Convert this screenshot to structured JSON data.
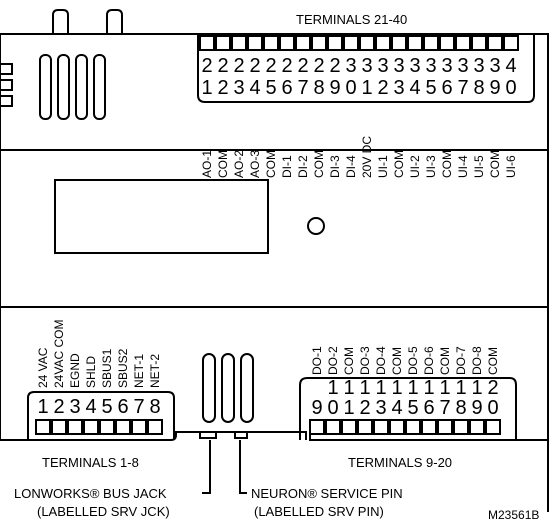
{
  "top_terminals": {
    "title": "TERMINALS 21-40",
    "tens": [
      "2",
      "2",
      "2",
      "2",
      "2",
      "2",
      "2",
      "2",
      "2",
      "3",
      "3",
      "3",
      "3",
      "3",
      "3",
      "3",
      "3",
      "3",
      "3",
      "4"
    ],
    "ones": [
      "1",
      "2",
      "3",
      "4",
      "5",
      "6",
      "7",
      "8",
      "9",
      "0",
      "1",
      "2",
      "3",
      "4",
      "5",
      "6",
      "7",
      "8",
      "9",
      "0"
    ],
    "labels": [
      "AO-1",
      "COM",
      "AO-2",
      "AO-3",
      "COM",
      "DI-1",
      "DI-2",
      "COM",
      "DI-3",
      "DI-4",
      "20V DC",
      "UI-1",
      "COM",
      "UI-2",
      "UI-3",
      "COM",
      "UI-4",
      "UI-5",
      "COM",
      "UI-6"
    ]
  },
  "left_terminals": {
    "title": "TERMINALS 1-8",
    "numbers": [
      "1",
      "2",
      "3",
      "4",
      "5",
      "6",
      "7",
      "8"
    ],
    "labels": [
      "24 VAC",
      "24VAC COM",
      "EGND",
      "SHLD",
      "SBUS1",
      "SBUS2",
      "NET-1",
      "NET-2"
    ]
  },
  "right_terminals": {
    "title": "TERMINALS 9-20",
    "tens": [
      "",
      "",
      "1",
      "1",
      "1",
      "1",
      "1",
      "1",
      "1",
      "1",
      "1",
      "1",
      "2"
    ],
    "ones": [
      "9",
      "0",
      "1",
      "2",
      "3",
      "4",
      "5",
      "6",
      "7",
      "8",
      "9",
      "0"
    ],
    "labels": [
      "DO-1",
      "DO-2",
      "COM",
      "DO-3",
      "DO-4",
      "COM",
      "DO-5",
      "DO-6",
      "COM",
      "DO-7",
      "DO-8",
      "COM"
    ]
  },
  "callouts": {
    "lonworks": "LONWORKS® BUS JACK",
    "lonworks_sub": "(LABELLED SRV JCK)",
    "neuron": "NEURON® SERVICE PIN",
    "neuron_sub": "(LABELLED SRV PIN)"
  },
  "figure_id": "M23561B"
}
